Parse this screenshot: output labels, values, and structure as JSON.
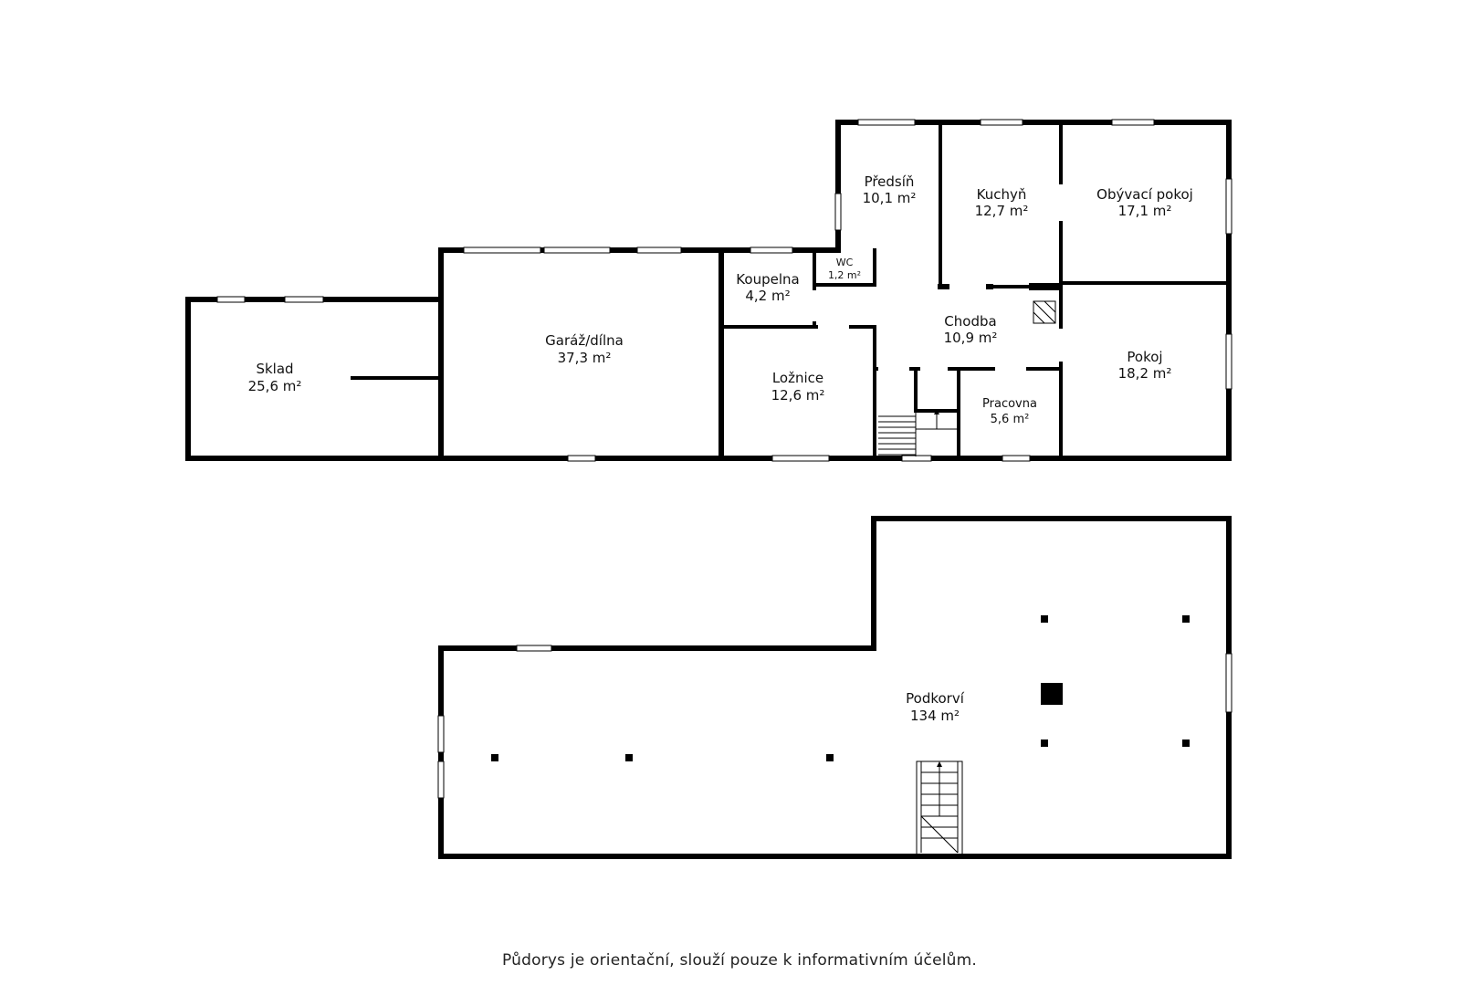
{
  "rooms": {
    "predsin": {
      "name": "Předsíň",
      "area": "10,1 m²"
    },
    "kuchyn": {
      "name": "Kuchyň",
      "area": "12,7 m²"
    },
    "obyvaci": {
      "name": "Obývací pokoj",
      "area": "17,1 m²"
    },
    "wc": {
      "name": "WC",
      "area": "1,2 m²"
    },
    "koupelna": {
      "name": "Koupelna",
      "area": "4,2 m²"
    },
    "chodba": {
      "name": "Chodba",
      "area": "10,9 m²"
    },
    "sklad": {
      "name": "Sklad",
      "area": "25,6 m²"
    },
    "garaz": {
      "name": "Garáž/dílna",
      "area": "37,3 m²"
    },
    "loznice": {
      "name": "Ložnice",
      "area": "12,6 m²"
    },
    "pokoj": {
      "name": "Pokoj",
      "area": "18,2 m²"
    },
    "pracovna": {
      "name": "Pracovna",
      "area": "5,6 m²"
    },
    "podkrovi": {
      "name": "Podkorví",
      "area": "134 m²"
    }
  },
  "disclaimer": "Půdorys je orientační, slouží pouze k informativním účelům."
}
